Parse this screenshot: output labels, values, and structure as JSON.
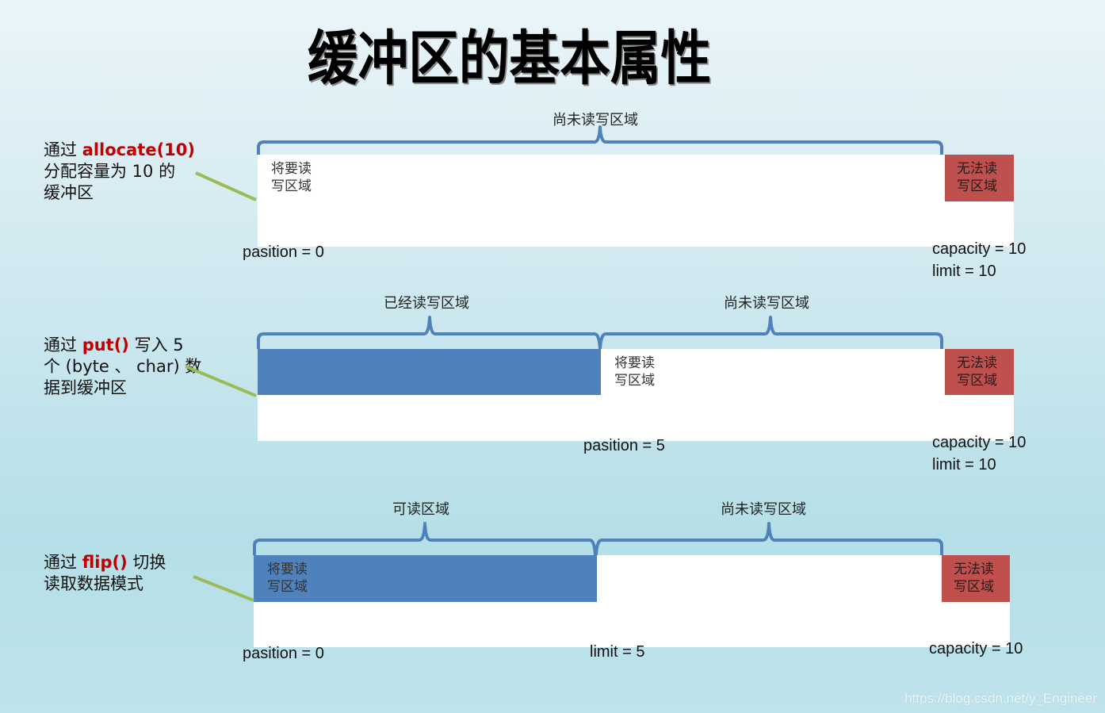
{
  "title": "缓冲区的基本属性",
  "colors": {
    "brace": "#4f81bd",
    "written_region": "#4f81bd",
    "unavailable_region": "#c0504d",
    "buffer_bg": "#ffffff",
    "connector_line": "#9bbb59",
    "method_highlight": "#c00000"
  },
  "rows": [
    {
      "caption": {
        "prefix": "通过 ",
        "method": "allocate(10)",
        "line2": "分配容量为 10 的",
        "line3": "缓冲区"
      },
      "regions": [
        {
          "label": "尚未读写区域"
        }
      ],
      "cells": {
        "pending": "将要读\n写区域",
        "pending_l1": "将要读",
        "pending_l2": "写区域",
        "blocked_l1": "无法读",
        "blocked_l2": "写区域"
      },
      "values": {
        "position": "pasition = 0",
        "capacity": "capacity = 10",
        "limit": "limit = 10"
      }
    },
    {
      "caption": {
        "prefix": "通过 ",
        "method": "put()",
        "suffix": " 写入 5",
        "line2": "个 (byte 、 char) 数",
        "line3": "据到缓冲区"
      },
      "regions": [
        {
          "label": "已经读写区域"
        },
        {
          "label": "尚未读写区域"
        }
      ],
      "cells": {
        "pending_l1": "将要读",
        "pending_l2": "写区域",
        "blocked_l1": "无法读",
        "blocked_l2": "写区域"
      },
      "values": {
        "position": "pasition = 5",
        "capacity": "capacity = 10",
        "limit": "limit = 10"
      }
    },
    {
      "caption": {
        "prefix": "通过 ",
        "method": "flip()",
        "suffix": " 切换",
        "line2": "读取数据模式"
      },
      "regions": [
        {
          "label": "可读区域"
        },
        {
          "label": "尚未读写区域"
        }
      ],
      "cells": {
        "pending_l1": "将要读",
        "pending_l2": "写区域",
        "blocked_l1": "无法读",
        "blocked_l2": "写区域"
      },
      "values": {
        "position": "pasition = 0",
        "limit": "limit = 5",
        "capacity": "capacity = 10"
      }
    }
  ],
  "watermark": "https://blog.csdn.net/y_Engineer"
}
